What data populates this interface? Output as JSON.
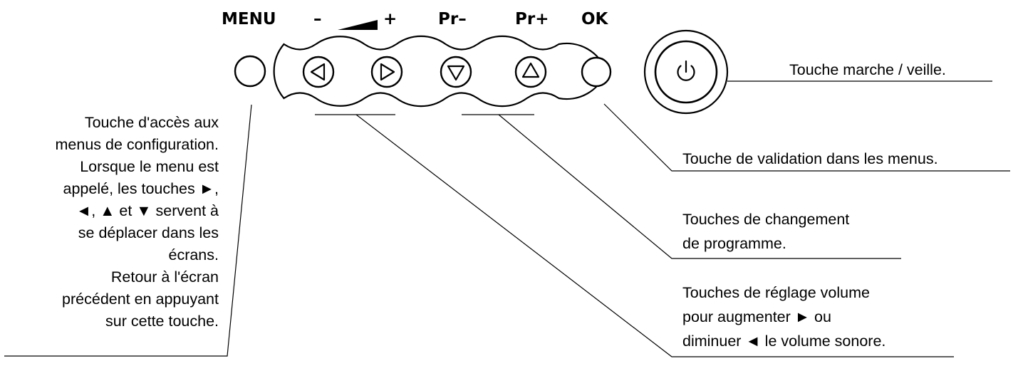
{
  "top_labels": {
    "menu": "MENU",
    "vol_minus": "–",
    "vol_plus": "+",
    "prog_minus": "Pr–",
    "prog_plus": "Pr+",
    "ok": "OK"
  },
  "icons": {
    "menu_button": "blank-round-button",
    "vol_down_button": "triangle-left-icon",
    "vol_up_button": "triangle-right-icon",
    "prog_down_button": "triangle-down-icon",
    "prog_up_button": "triangle-up-icon",
    "ok_button": "blank-round-button",
    "power_button": "power-icon",
    "volume_symbol": "volume-wedge-icon"
  },
  "descriptions": {
    "power": "Touche marche / veille.",
    "menu_lines": [
      "Touche d'accès aux",
      "menus de configuration.",
      "Lorsque le menu est",
      "appelé, les touches ►,",
      "◄, ▲ et ▼ servent à",
      "se déplacer dans les",
      "écrans.",
      "Retour à l'écran",
      "précédent en appuyant",
      "sur cette touche."
    ],
    "ok": "Touche de validation dans les menus.",
    "program_lines": [
      "Touches de changement",
      "de programme."
    ],
    "volume_lines": [
      "Touches de réglage volume",
      "pour augmenter ► ou",
      "diminuer ◄ le volume sonore."
    ]
  }
}
